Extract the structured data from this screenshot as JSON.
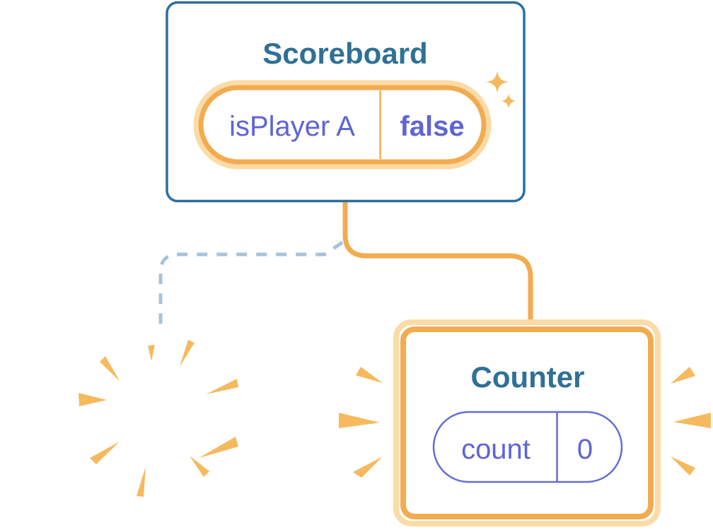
{
  "scoreboard": {
    "title": "Scoreboard",
    "state_key": "isPlayer A",
    "state_value": "false"
  },
  "counter": {
    "title": "Counter",
    "state_key": "count",
    "state_value": "0"
  },
  "icons": {
    "sparkles": "sparkle-icon",
    "poof": "poof-burst-icon",
    "emphasis": "emphasis-burst-icon"
  },
  "colors": {
    "card_border_blue": "#2F6D9E",
    "heading_blue": "#2F7095",
    "state_purple": "#5F65D2",
    "pill_purple_border": "#666CD6",
    "orange": "#F3AB50",
    "orange_light": "#FBDBA6",
    "orange_burst": "#F6B95D",
    "dashed_blue": "#A6C3DB",
    "card_background": "#FFFFFF"
  }
}
